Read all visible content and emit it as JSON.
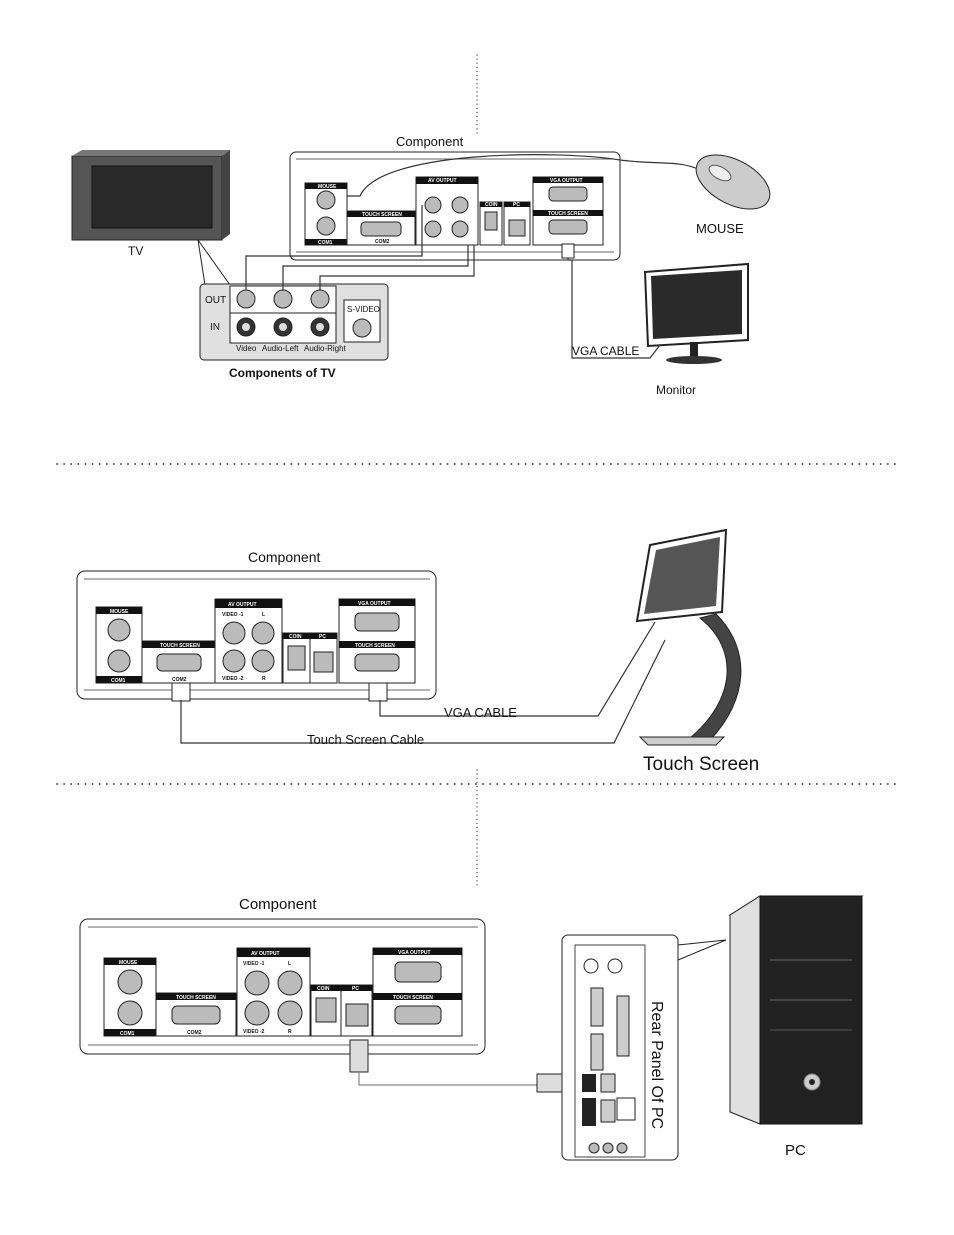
{
  "section1": {
    "component_title": "Component",
    "tv_label": "TV",
    "mouse_label": "MOUSE",
    "monitor_label": "Monitor",
    "vga_cable_label": "VGA CABLE",
    "tv_components_title": "Components of TV",
    "out_label": "OUT",
    "in_label": "IN",
    "svideo_label": "S-VIDEO",
    "video_label": "Video",
    "audio_left_label": "Audio-Left",
    "audio_right_label": "Audio-Right"
  },
  "section2": {
    "component_title": "Component",
    "vga_cable_label": "VGA CABLE",
    "touch_cable_label": "Touch Screen Cable",
    "touch_screen_label": "Touch Screen"
  },
  "section3": {
    "component_title": "Component",
    "rear_panel_label": "Rear Panel Of PC",
    "pc_label": "PC"
  },
  "panel_labels": {
    "mouse": "MOUSE",
    "com1": "COM1",
    "touchscreen": "TOUCH SCREEN",
    "com2": "COM2",
    "av_output": "AV OUTPUT",
    "video1": "VIDEO -1",
    "l": "L",
    "video2": "VIDEO -2",
    "r": "R",
    "coin": "COIN",
    "pc": "PC",
    "vga_output": "VGA OUTPUT",
    "touch_screen": "TOUCH SCREEN"
  }
}
